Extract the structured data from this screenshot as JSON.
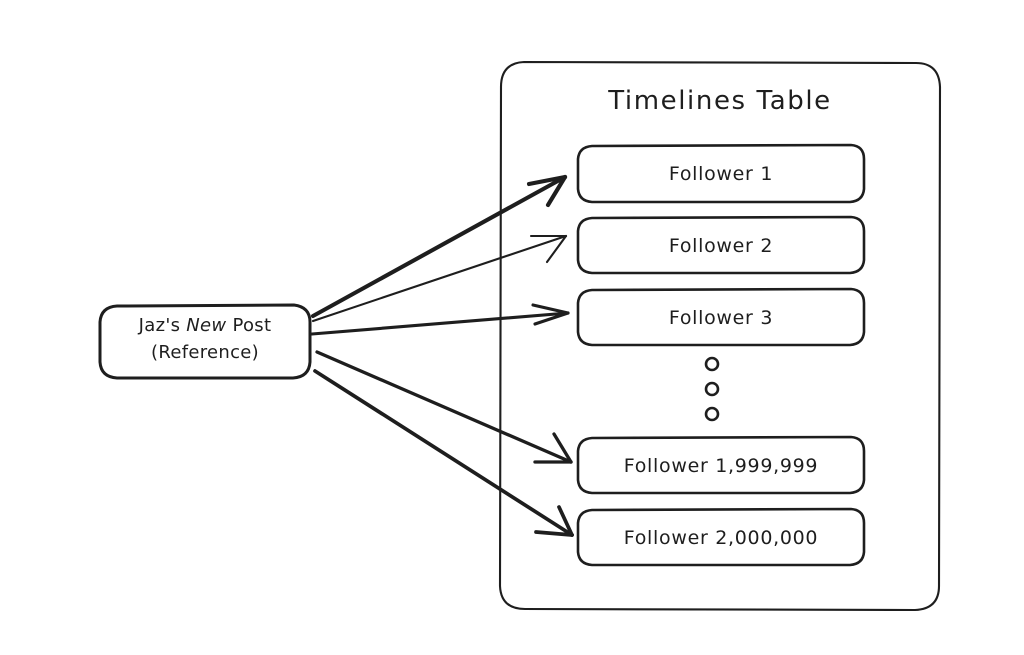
{
  "diagram": {
    "title": "Timelines Table",
    "background": "#ffffff",
    "stroke_color": "#1e1e1e",
    "source_node": {
      "line1_prefix": "Jaz's ",
      "line1_emphasis": "New",
      "line1_suffix": " Post",
      "line2": "(Reference)"
    },
    "ellipsis": {
      "symbol": "circle-outline",
      "count": 3
    },
    "rows": [
      {
        "label": "Follower 1"
      },
      {
        "label": "Follower 2"
      },
      {
        "label": "Follower 3"
      },
      {
        "label": "Follower 1,999,999"
      },
      {
        "label": "Follower 2,000,000"
      }
    ],
    "arrows": [
      {
        "name": "arrow-to-follower-1",
        "weight": "thick"
      },
      {
        "name": "arrow-to-follower-2",
        "weight": "thin"
      },
      {
        "name": "arrow-to-follower-3",
        "weight": "medium"
      },
      {
        "name": "arrow-to-follower-1999999",
        "weight": "medium"
      },
      {
        "name": "arrow-to-follower-2000000",
        "weight": "thick"
      }
    ]
  }
}
